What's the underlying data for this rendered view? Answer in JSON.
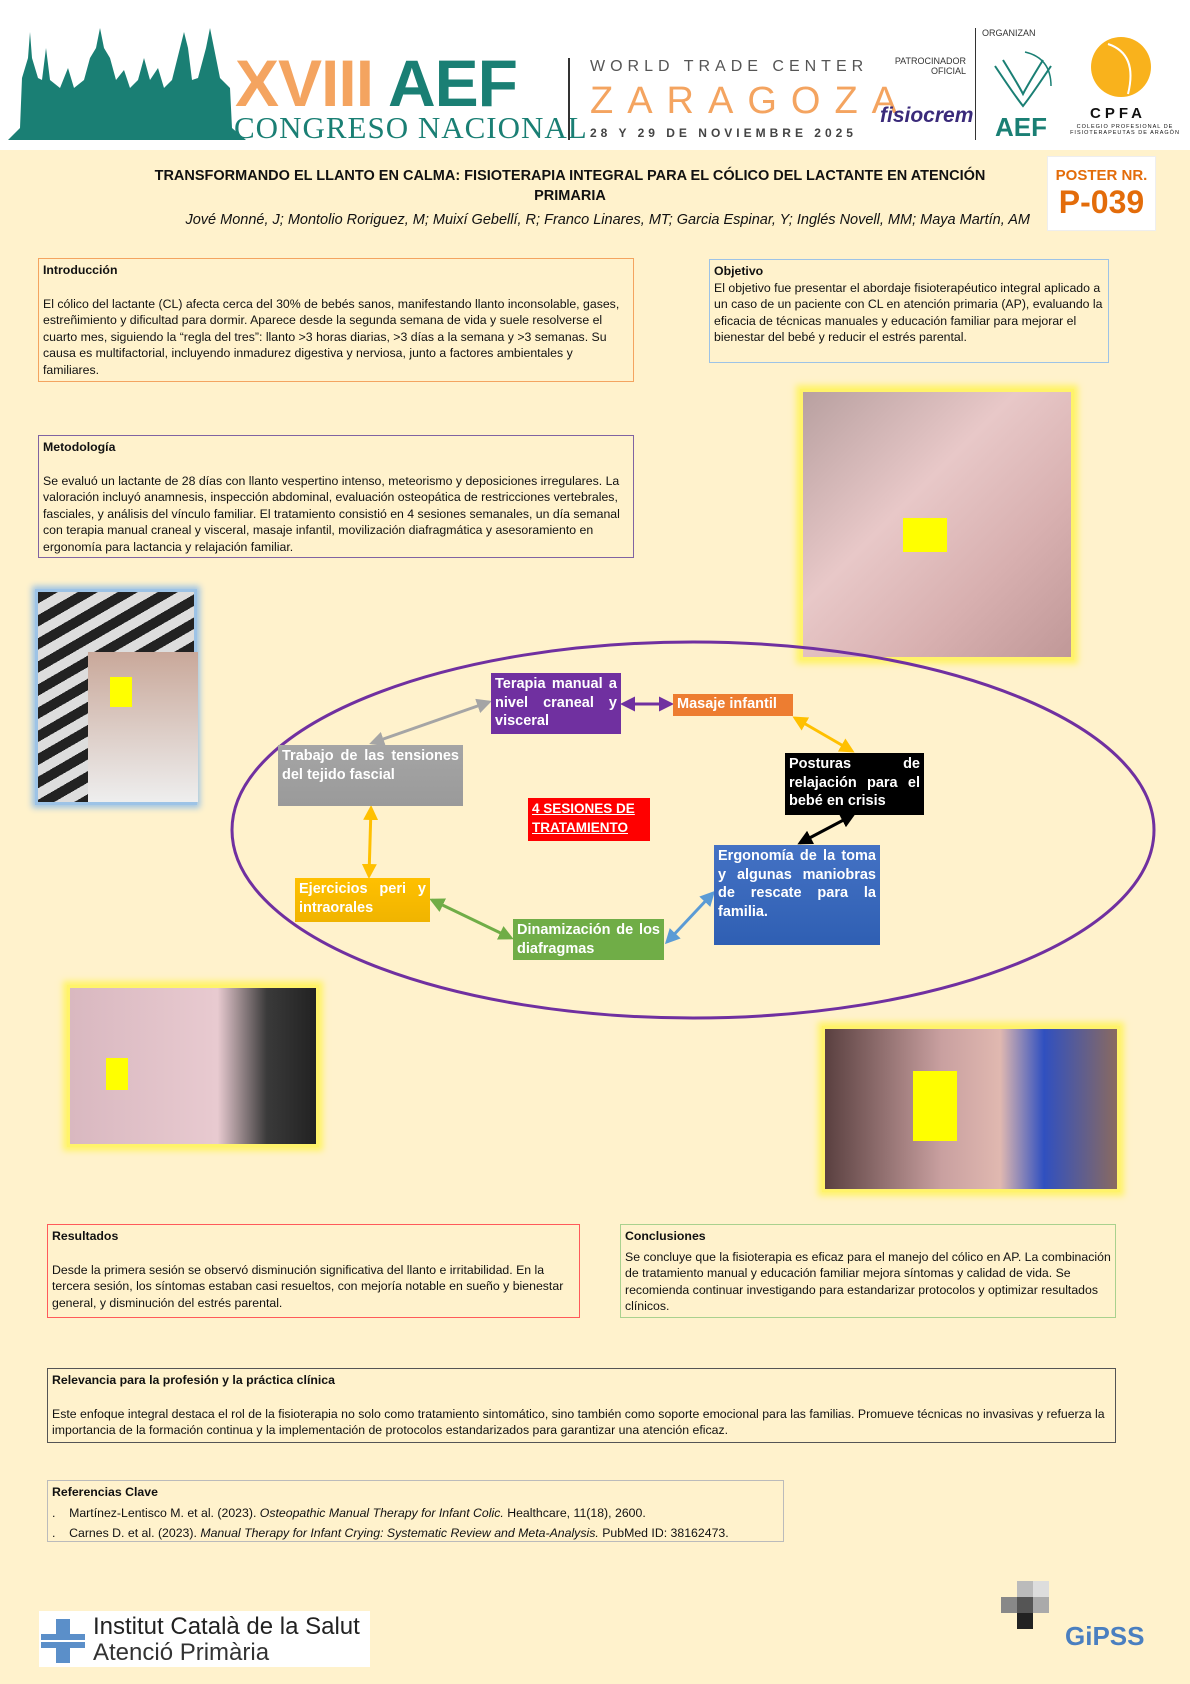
{
  "header": {
    "edition": "XVIII",
    "org": "AEF",
    "congress": "CONGRESO NACIONAL",
    "venue_line1": "WORLD TRADE CENTER",
    "venue_city": "ZARAGOZA",
    "dates": "28 Y 29 DE NOVIEMBRE 2025",
    "sponsor_label": "PATROCINADOR OFICIAL",
    "sponsor": "fisiocrem",
    "organizers_label": "ORGANIZAN",
    "org1": "AEF",
    "org2": "CPFA",
    "org2_full": "COLEGIO PROFESIONAL DE FISIOTERAPEUTAS DE ARAGÓN"
  },
  "title": "TRANSFORMANDO EL LLANTO EN CALMA: FISIOTERAPIA INTEGRAL PARA EL CÓLICO DEL LACTANTE EN ATENCIÓN PRIMARIA",
  "authors": "Jové Monné, J; Montolio Roriguez, M; Muixí Gebellí, R; Franco Linares, MT; Garcia Espinar, Y; Inglés Novell, MM; Maya Martín, AM",
  "poster": {
    "label": "POSTER NR.",
    "number": "P-039"
  },
  "intro": {
    "heading": "Introducción",
    "text": "El cólico del lactante (CL) afecta cerca del 30% de bebés sanos, manifestando llanto inconsolable, gases, estreñimiento y dificultad para dormir. Aparece desde la segunda semana de vida y suele resolverse el cuarto mes, siguiendo la “regla del tres”: llanto >3 horas diarias, >3 días a la semana y >3 semanas. Su causa es multifactorial, incluyendo inmadurez digestiva y nerviosa, junto a factores ambientales y familiares."
  },
  "objective": {
    "heading": "Objetivo",
    "text": "El objetivo fue presentar el abordaje fisioterapéutico integral aplicado a un caso de un paciente con CL en atención primaria (AP), evaluando la eficacia de técnicas manuales y educación familiar para mejorar el bienestar del bebé y reducir el estrés parental."
  },
  "method": {
    "heading": "Metodología",
    "text": "Se evaluó un lactante de 28 días con llanto vespertino intenso, meteorismo y deposiciones irregulares. La valoración incluyó anamnesis, inspección abdominal, evaluación osteopática de restricciones vertebrales, fasciales, y análisis del vínculo familiar. El tratamiento consistió en 4 sesiones semanales, un día semanal con terapia manual craneal y visceral, masaje infantil, movilización diafragmática y asesoramiento en ergonomía para lactancia y relajación familiar."
  },
  "diagram": {
    "center": "4 SESIONES DE TRATAMIENTO",
    "nodes": {
      "terapia": "Terapia manual a nivel craneal y visceral",
      "masaje": "Masaje infantil",
      "posturas": "Posturas de relajación para el bebé en crisis",
      "ergonomia": "Ergonomía de la toma y algunas maniobras de rescate para la familia.",
      "dinamizacion": "Dinamización de los diafragmas",
      "ejercicios": "Ejercicios peri y intraorales",
      "trabajo": "Trabajo de las tensiones del tejido fascial"
    },
    "colors": {
      "terapia": "#7030a0",
      "masaje": "#ed7d31",
      "posturas": "#000000",
      "ergonomia": "#4472c4",
      "dinamizacion": "#70ad47",
      "ejercicios": "#ffc000",
      "trabajo": "#a5a5a5",
      "center": "#ff0000",
      "ellipse": "#7030a0"
    }
  },
  "results": {
    "heading": "Resultados",
    "text": "Desde la primera sesión se observó disminución significativa del llanto e irritabilidad. En la tercera sesión, los síntomas estaban casi resueltos, con mejoría notable en sueño y bienestar general, y disminución del estrés parental."
  },
  "conclusions": {
    "heading": "Conclusiones",
    "text": "Se concluye que la fisioterapia es eficaz para el manejo del cólico en AP. La combinación de tratamiento manual y educación familiar mejora síntomas y calidad de vida. Se recomienda continuar investigando para estandarizar protocolos y optimizar resultados clínicos."
  },
  "relevance": {
    "heading": "Relevancia para la profesión y la práctica clínica",
    "text": "Este enfoque integral destaca el rol de la fisioterapia no solo como tratamiento sintomático, sino también como soporte emocional para las familias. Promueve técnicas no invasivas y refuerza la importancia de la formación continua y la implementación de protocolos estandarizados para garantizar una atención eficaz."
  },
  "references": {
    "heading": "Referencias Clave",
    "items": [
      {
        "authors": "Martínez-Lentisco M. et al. (2023). ",
        "title": "Osteopathic Manual Therapy for Infant Colic.",
        "rest": " Healthcare, 11(18), 2600."
      },
      {
        "authors": "Carnes D. et al. (2023). ",
        "title": "Manual Therapy for Infant Crying: Systematic Review and Meta-Analysis.",
        "rest": " PubMed ID: 38162473."
      }
    ]
  },
  "footer": {
    "ics_line1": "Institut Català de la Salut",
    "ics_line2": "Atenció Primària",
    "gipss": "GiPSS"
  }
}
